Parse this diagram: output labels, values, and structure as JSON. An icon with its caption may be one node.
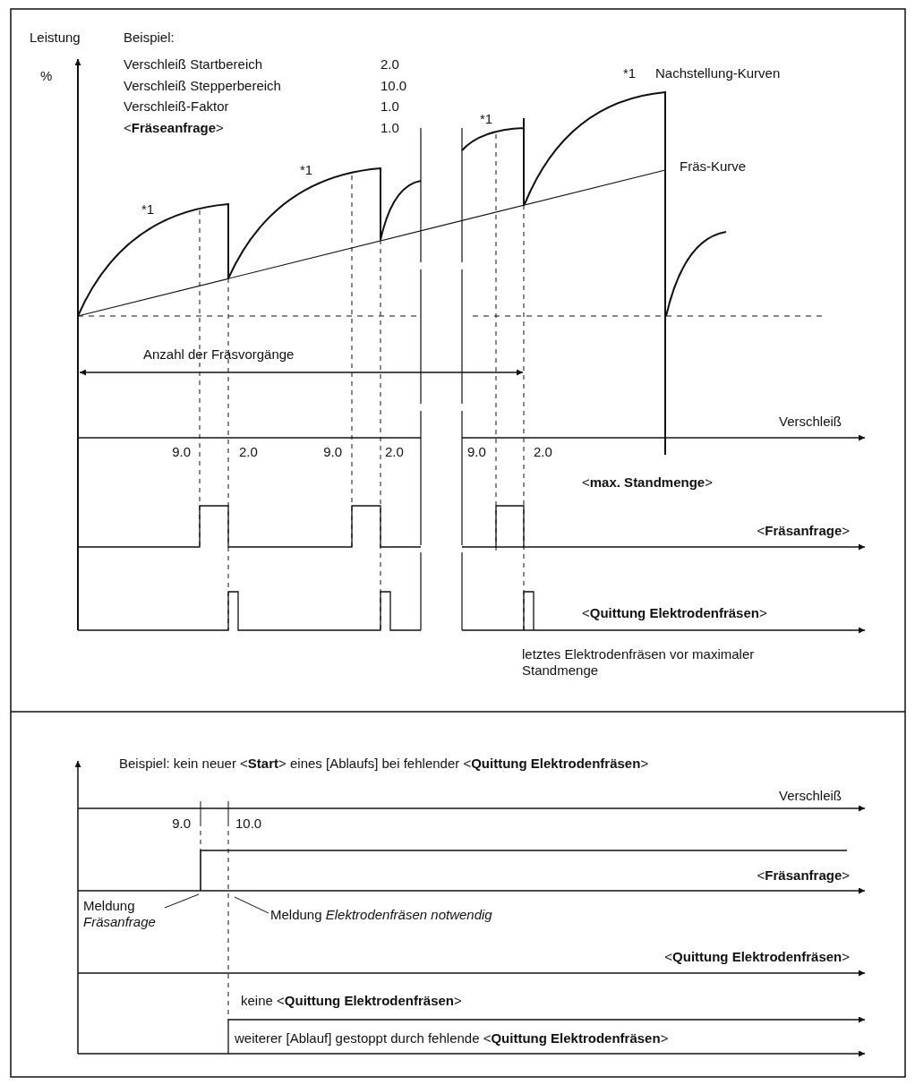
{
  "diagram": {
    "nodes": [
      {
        "text": [
          "Meldung *Fräsanfrage*"
        ]
      },
      {
        "text": [
          "Meldung *Elektrodenfräsen notwendig*"
        ]
      }
    ],
    "edges": [
      {
        "from": 0,
        "to": null,
        "arrow": "none"
      },
      {
        "from": 1,
        "to": null,
        "arrow": "none"
      }
    ],
    "labels": [
      "Leistung",
      "Beispiel:",
      "%",
      "Verschleiß Startbereich",
      "2.0",
      "Verschleiß Stepperbereich",
      "10.0",
      "Verschleiß-Faktor",
      "1.0",
      "<**Fräseanfrage**>",
      "1.0",
      "*1",
      "Nachstellung-Kurven",
      "*1",
      "*1",
      "Fräs-Kurve",
      "*1",
      "Anzahl der Fräsvorgänge",
      "Verschleiß",
      "9.0",
      "2.0",
      "9.0",
      "2.0",
      "9.0",
      "2.0",
      "<**max. Standmenge**>",
      "<**Fräsanfrage**>",
      "<**Quittung Elektrodenfräsen**>",
      "letztes Elektrodenfräsen vor maximaler Standmenge",
      "Beispiel: kein neuer <**Start**> eines [Ablaufs] bei fehlender <**Quittung Elektrodenfräsen**>",
      "Verschleiß",
      "9.0",
      "10.0",
      "<**Fräsanfrage**>",
      "<**Quittung Elektrodenfräsen**>",
      "keine <**Quittung Elektrodenfräsen**>",
      "weiterer [Ablauf] gestoppt durch fehlende <**Quittung Elektrodenfräsen**>"
    ]
  }
}
